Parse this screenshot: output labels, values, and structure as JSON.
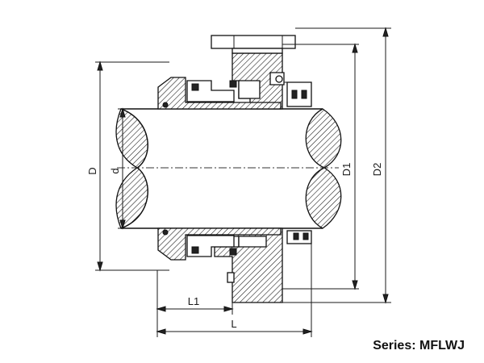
{
  "diagram": {
    "dimensions": {
      "D": "D",
      "d": "d",
      "D1": "D1",
      "D2": "D2",
      "L1": "L1",
      "L": "L"
    },
    "caption": "Series: MFLWJ"
  },
  "colors": {
    "line": "#1a1a1a",
    "background": "#ffffff"
  }
}
